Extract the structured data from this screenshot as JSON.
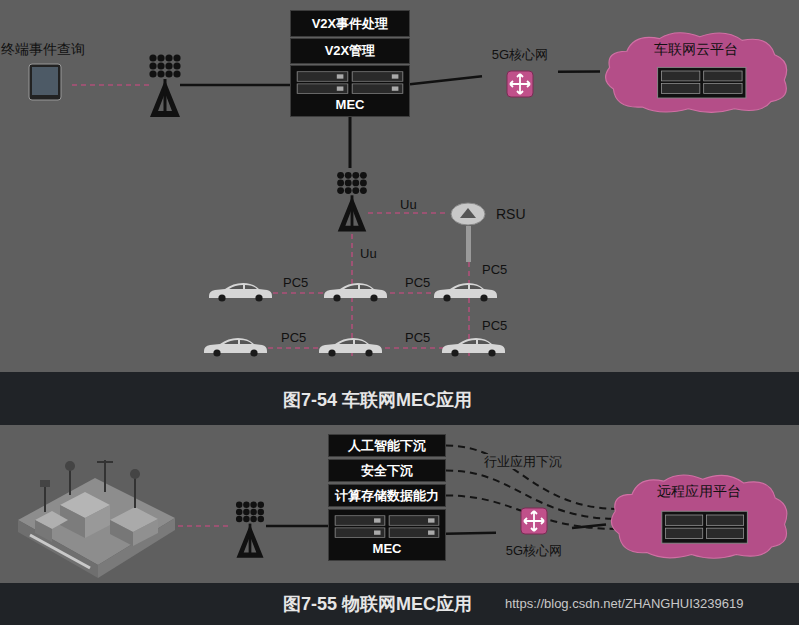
{
  "diagram": {
    "title": "图7-54 车联网MEC应用",
    "caption": "图7-55 物联网MEC应用",
    "nodes": [
      {
        "text": [
          "终端事件查询"
        ]
      },
      {
        "text": [
          "V2X事件处理"
        ]
      },
      {
        "text": [
          "V2X管理"
        ]
      },
      {
        "text": [
          "MEC"
        ]
      },
      {
        "text": [
          "5G核心网"
        ]
      },
      {
        "text": [
          "车联网云平台"
        ]
      },
      {
        "text": [
          "RSU"
        ]
      },
      {
        "text": [
          "人工智能下沉"
        ]
      },
      {
        "text": [
          "安全下沉"
        ]
      },
      {
        "text": [
          "计算存储数据能力"
        ]
      },
      {
        "text": [
          "MEC"
        ]
      },
      {
        "text": [
          "5G核心网"
        ]
      },
      {
        "text": [
          "远程应用平台"
        ]
      }
    ],
    "edges": [
      {
        "from": 3,
        "to": 4,
        "arrow": "none"
      },
      {
        "from": 4,
        "to": 5,
        "arrow": "none"
      },
      {
        "from": 10,
        "to": 11,
        "arrow": "none"
      },
      {
        "from": 11,
        "to": 12,
        "arrow": "none"
      },
      {
        "from": 7,
        "to": 12,
        "arrow": "none"
      },
      {
        "from": 8,
        "to": 12,
        "arrow": "none"
      },
      {
        "from": 9,
        "to": 12,
        "arrow": "none"
      }
    ],
    "labels": [
      "Uu",
      "Uu",
      "PC5",
      "PC5",
      "PC5",
      "PC5",
      "PC5",
      "PC5",
      "行业应用下沉",
      "https://blog.csdn.net/ZHANGHUI3239619"
    ]
  }
}
